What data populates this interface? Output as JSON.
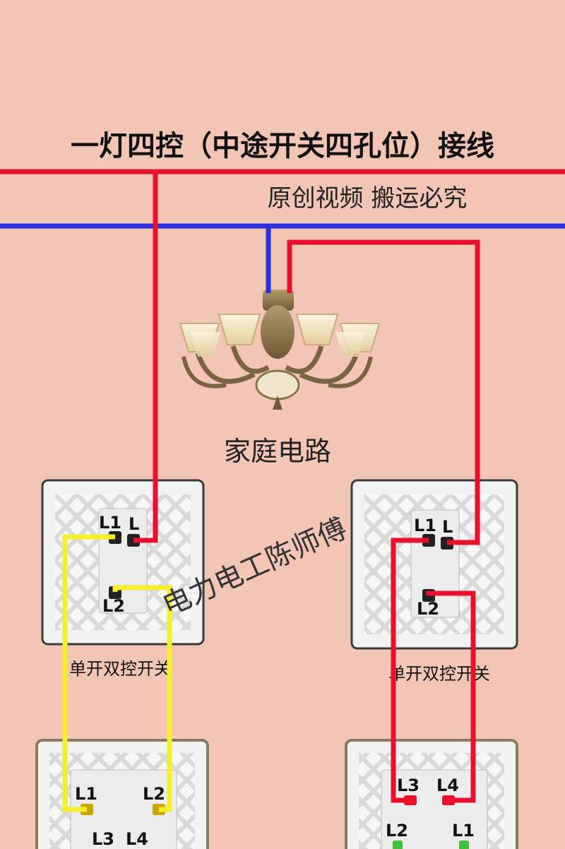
{
  "title": "一灯四控（中途开关四孔位）接线",
  "subtitle": "原创视频  搬运必究",
  "lamp_label": "家庭电路",
  "watermark": "电力电工陈师傅",
  "switch_left": {
    "caption": "单开双控开关",
    "terminals": {
      "l1": "L1",
      "l": "L",
      "l2": "L2"
    }
  },
  "switch_right": {
    "caption": "单开双控开关",
    "terminals": {
      "l1": "L1",
      "l": "L",
      "l2": "L2"
    }
  },
  "intermediate_left": {
    "terminals": {
      "top_left": "L1",
      "top_right": "L2",
      "bottom_left": "L3",
      "bottom_right": "L4"
    }
  },
  "intermediate_right": {
    "terminals": {
      "top_left": "L3",
      "top_right": "L4",
      "bottom_left": "L2",
      "bottom_right": "L1"
    }
  },
  "colors": {
    "background": "#f4c4b4",
    "live_wire": "#e8102a",
    "neutral_wire": "#2a2ee0",
    "traveler_wire": "#f5ef2a",
    "switch_body": "#f2f2f2",
    "switch_frame": "#3a3a3a"
  },
  "icons": [
    "chandelier-icon"
  ]
}
